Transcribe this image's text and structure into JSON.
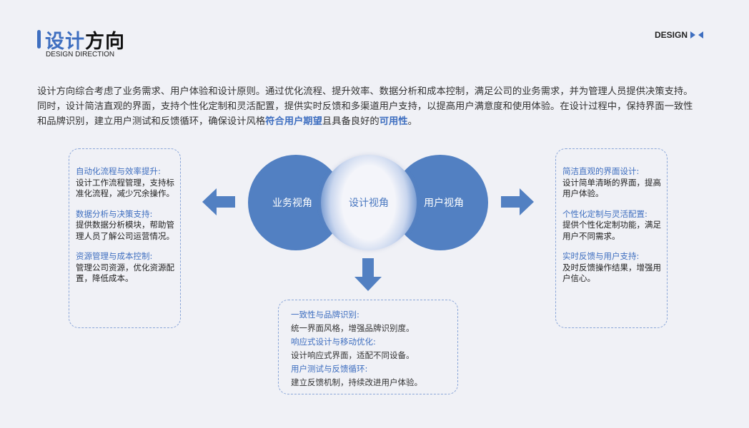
{
  "header": {
    "title_blue": "设计",
    "title_black": "方向",
    "subtitle": "DESIGN DIRECTION",
    "tag": "DESIGN"
  },
  "intro": {
    "text": "设计方向综合考虑了业务需求、用户体验和设计原则。通过优化流程、提升效率、数据分析和成本控制，满足公司的业务需求，并为管理人员提供决策支持。同时，设计简洁直观的界面，支持个性化定制和灵活配置，提供实时反馈和多渠道用户支持，以提高用户满意度和使用体验。在设计过程中，保持界面一致性和品牌识别，建立用户测试和反馈循环，确保设计风格",
    "hl1": "符合用户期望",
    "mid": "且具备良好的",
    "hl2": "可用性",
    "end": "。"
  },
  "circles": {
    "business": "业务视角",
    "design": "设计视角",
    "user": "用户视角"
  },
  "left": [
    {
      "h": "自动化流程与效率提升:",
      "t": "设计工作流程管理，支持标准化流程，减少冗余操作。"
    },
    {
      "h": "数据分析与决策支持:",
      "t": "提供数据分析模块，帮助管理人员了解公司运营情况。"
    },
    {
      "h": "资源管理与成本控制:",
      "t": "管理公司资源，优化资源配置，降低成本。"
    }
  ],
  "right": [
    {
      "h": "简洁直观的界面设计:",
      "t": "设计简单清晰的界面，提高用户体验。"
    },
    {
      "h": "个性化定制与灵活配置:",
      "t": "提供个性化定制功能，满足用户不同需求。"
    },
    {
      "h": "实时反馈与用户支持:",
      "t": "及时反馈操作结果，增强用户信心。"
    }
  ],
  "bottom": [
    {
      "h": "一致性与品牌识别:",
      "t": "统一界面风格，增强品牌识别度。"
    },
    {
      "h": "响应式设计与移动优化:",
      "t": "设计响应式界面，适配不同设备。"
    },
    {
      "h": "用户测试与反馈循环:",
      "t": "建立反馈机制，持续改进用户体验。"
    }
  ]
}
